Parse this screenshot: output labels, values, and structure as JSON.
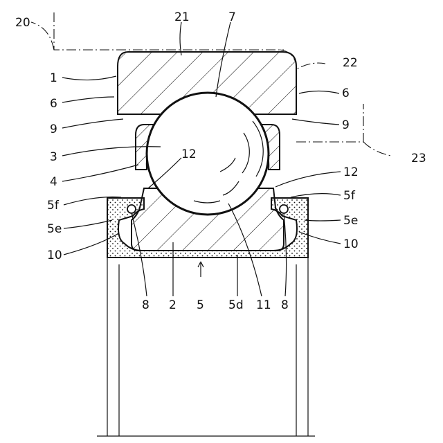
{
  "labels": {
    "l20": "20",
    "l21": "21",
    "l7": "7",
    "l22": "22",
    "l1": "1",
    "l6_left": "6",
    "l6_right": "6",
    "l9_left": "9",
    "l9_right": "9",
    "l3": "3",
    "l23": "23",
    "l12_left": "12",
    "l12_right": "12",
    "l4": "4",
    "l5f_left": "5f",
    "l5f_right": "5f",
    "l5e_left": "5e",
    "l5e_right": "5e",
    "l10_left": "10",
    "l10_right": "10",
    "l8_left": "8",
    "l2": "2",
    "l5": "5",
    "l5d": "5d",
    "l11": "11",
    "l8_right": "8"
  }
}
